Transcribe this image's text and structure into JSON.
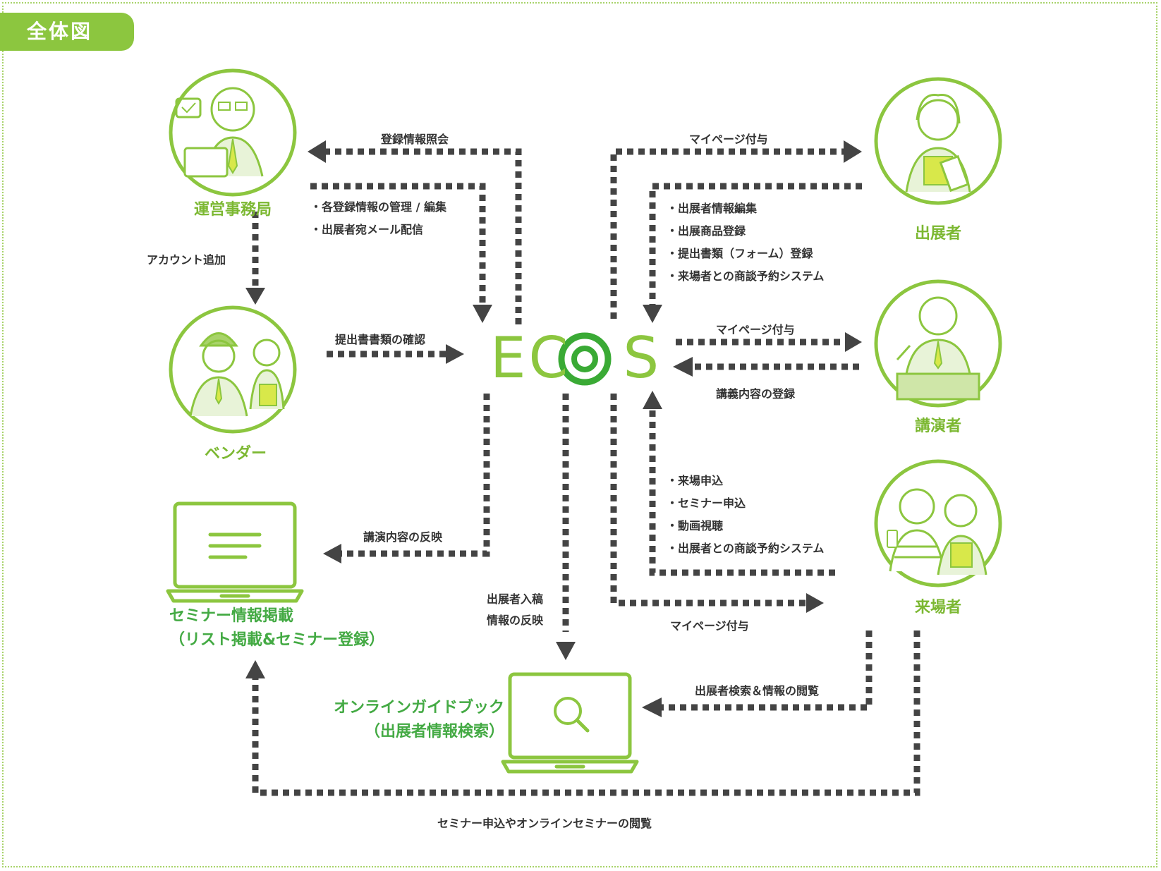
{
  "header": {
    "tab_label": "全体図"
  },
  "brand": {
    "logo_pre": "EC",
    "logo_post": "S"
  },
  "roles": {
    "office": "運営事務局",
    "vendor": "ベンダー",
    "exhibitor": "出展者",
    "speaker": "講演者",
    "visitor": "来場者"
  },
  "outputs": {
    "seminar_site": [
      "セミナー情報掲載",
      "（リスト掲載&セミナー登録）"
    ],
    "guide_book": [
      "オンラインガイドブック",
      "（出展者情報検索）"
    ]
  },
  "flows": {
    "reg_inquiry": "登録情報照会",
    "office_tasks": [
      "各登録情報の管理 / 編集",
      "出展者宛メール配信"
    ],
    "account_add": "アカウント追加",
    "doc_check": "提出書書類の確認",
    "mypage_exhibitor": "マイページ付与",
    "exhibitor_tasks": [
      "出展者情報編集",
      "出展商品登録",
      "提出書類（フォーム）登録",
      "来場者との商談予約システム"
    ],
    "mypage_speaker": "マイページ付与",
    "lecture_reg": "講義内容の登録",
    "lecture_reflect": "講演内容の反映",
    "visitor_tasks": [
      "来場申込",
      "セミナー申込",
      "動画視聴",
      "出展者との商談予約システム"
    ],
    "mypage_visitor": "マイページ付与",
    "exhibitor_input": [
      "出展者入稿",
      "情報の反映"
    ],
    "search_browse": "出展者検索＆情報の閲覧",
    "seminar_apply": "セミナー申込やオンラインセミナーの閲覧"
  },
  "colors": {
    "accent": "#8cc63f",
    "dark_arrow": "#444444",
    "label_green": "#44aa44"
  },
  "icons": {
    "office": "office-staff-icon",
    "vendor": "vendor-workers-icon",
    "exhibitor": "exhibitor-woman-icon",
    "speaker": "speaker-podium-icon",
    "visitor": "visitors-couple-icon",
    "seminar_site": "laptop-document-icon",
    "guide_book": "laptop-search-icon"
  }
}
